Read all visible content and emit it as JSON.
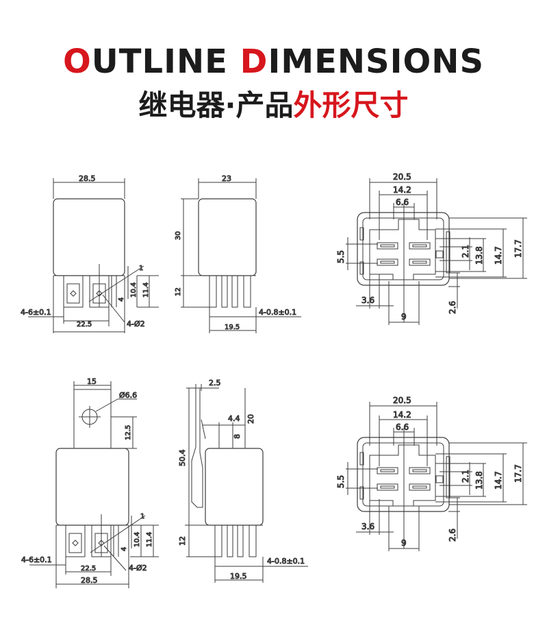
{
  "header": {
    "en_o": "O",
    "en_utline": "UTLINE ",
    "en_d": "D",
    "en_imensions": "IMENSIONS",
    "cn_part1": "继电器·产品",
    "cn_part2": "外形尺寸"
  },
  "colors": {
    "accent": "#d7161d",
    "text": "#1c1c1c",
    "line": "#3a3a3a"
  },
  "view_front_top": {
    "width": "28.5",
    "pin_tol": "4-6±0.1",
    "pitch": "22.5",
    "hole": "4-Ø2",
    "lbl_1": "1",
    "lbl_4": "4",
    "lbl_104": "10.4",
    "lbl_114": "11.4"
  },
  "view_side_top": {
    "width": "23",
    "height": "30",
    "pin_len": "12",
    "pin_tol": "4-0.8±0.1",
    "base": "19.5"
  },
  "view_socket_top": {
    "w1": "20.5",
    "w2": "14.2",
    "w3": "6.6",
    "h1": "5.5",
    "h2": "2.1",
    "h3": "13.8",
    "h4": "14.7",
    "h5": "17.7",
    "d1": "3.6",
    "d2": "9",
    "d3": "2.6"
  },
  "view_front_bottom": {
    "tab_w": "15",
    "hole_d": "Ø6.6",
    "tab_h": "12.5",
    "lbl_1": "1",
    "lbl_4": "4",
    "lbl_104": "10.4",
    "lbl_114": "11.4",
    "pin_tol": "4-6±0.1",
    "pitch": "22.5",
    "hole": "4-Ø2",
    "width": "28.5"
  },
  "view_side_bottom": {
    "thk": "2.5",
    "off": "4.4",
    "tab_h": "20",
    "gap": "8",
    "total": "50.4",
    "pin_len": "12",
    "pin_tol": "4-0.8±0.1",
    "base": "19.5"
  },
  "view_socket_bottom": {
    "w1": "20.5",
    "w2": "14.2",
    "w3": "6.6",
    "h1": "5.5",
    "h2": "2.1",
    "h3": "13.8",
    "h4": "14.7",
    "h5": "17.7",
    "d1": "3.6",
    "d2": "9",
    "d3": "2.6"
  }
}
